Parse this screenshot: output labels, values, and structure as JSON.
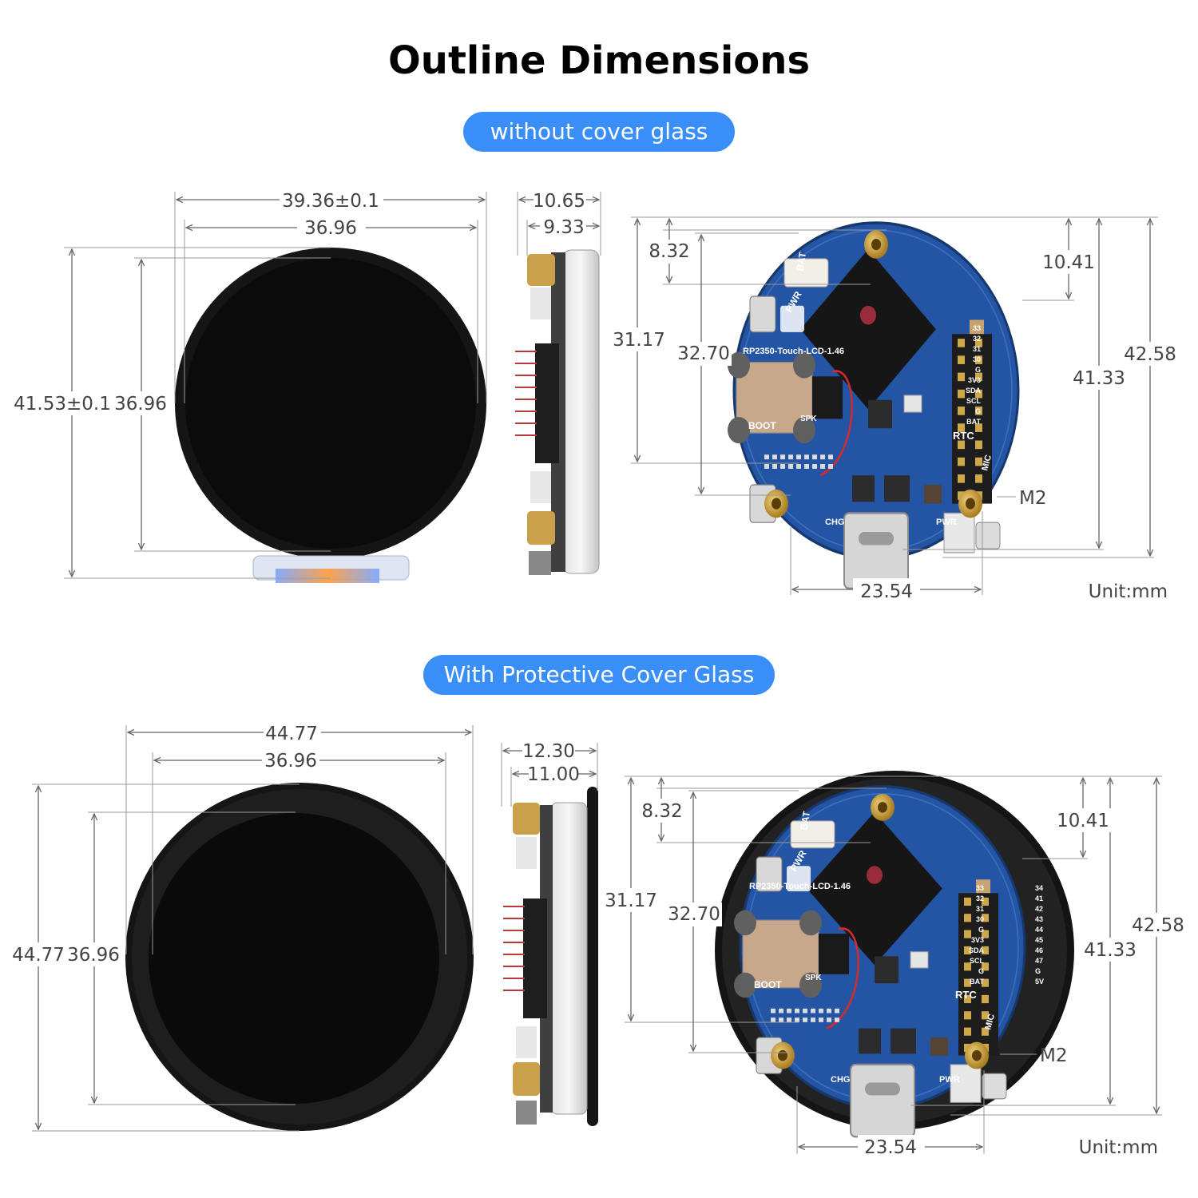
{
  "title": "Outline Dimensions",
  "sections": [
    {
      "label": "without cover glass",
      "front": {
        "width": "39.36±0.1",
        "inner_width": "36.96",
        "height": "41.53±0.1",
        "inner_height": "36.96"
      },
      "side": {
        "thickness": "10.65",
        "inner_thickness": "9.33"
      },
      "board": {
        "d1": "8.32",
        "d2": "31.17",
        "d3": "32.70",
        "d4": "10.41",
        "d5": "41.33",
        "d6": "42.58",
        "d7": "23.54",
        "hole": "M2",
        "unit": "Unit:mm"
      }
    },
    {
      "label": "With Protective Cover Glass",
      "front": {
        "width": "44.77",
        "inner_width": "36.96",
        "height": "44.77",
        "inner_height": "36.96"
      },
      "side": {
        "thickness": "12.30",
        "inner_thickness": "11.00"
      },
      "board": {
        "d1": "8.32",
        "d2": "31.17",
        "d3": "32.70",
        "d4": "10.41",
        "d5": "41.33",
        "d6": "42.58",
        "d7": "23.54",
        "hole": "M2",
        "unit": "Unit:mm"
      }
    }
  ],
  "silkscreen": {
    "model": "RP2350-Touch-LCD-1.46",
    "bat": "BAT",
    "pwr": "PWR",
    "boot": "BOOT",
    "spk": "SPK",
    "rtc": "RTC",
    "mic": "MIC",
    "chg": "CHG",
    "pwr2": "PWR",
    "pins_left": [
      "33",
      "32",
      "31",
      "30",
      "G",
      "3V3",
      "SDA",
      "SCL",
      "G",
      "BAT"
    ],
    "pins_right": [
      "34",
      "41",
      "42",
      "43",
      "44",
      "45",
      "46",
      "47",
      "G",
      "5V"
    ]
  },
  "colors": {
    "accent": "#3a8ef7",
    "pcb": "#2455a5",
    "screen": "#0c0c0c",
    "gold": "#c9a040"
  }
}
